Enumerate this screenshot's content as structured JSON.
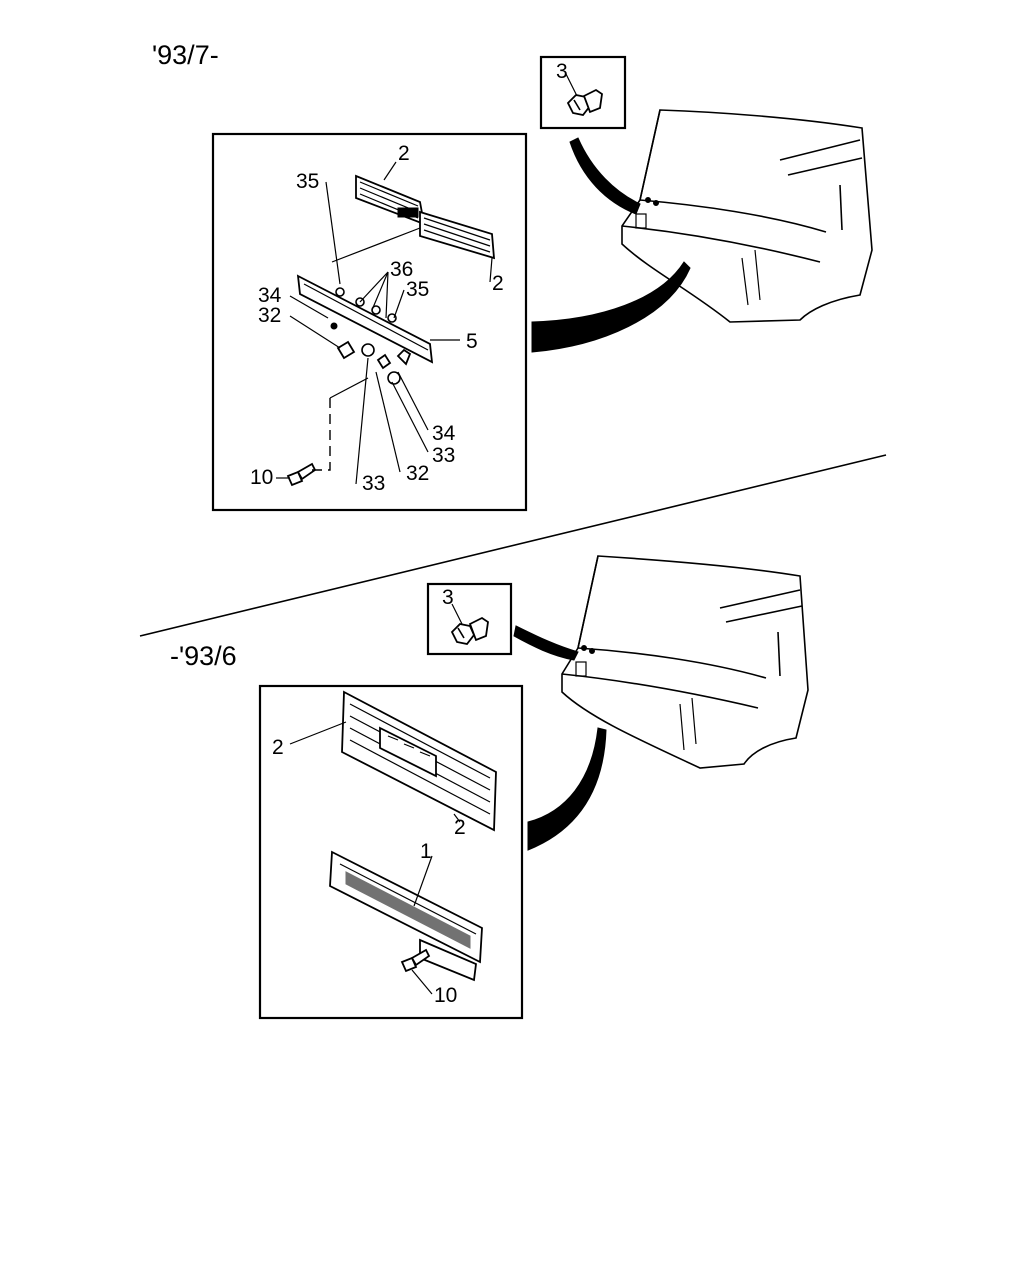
{
  "sections": {
    "upper": {
      "date_range": "'93/7-",
      "labels": {
        "p3": "3",
        "p2a": "2",
        "p35a": "35",
        "p36": "36",
        "p35b": "35",
        "p2b": "2",
        "p34a": "34",
        "p32a": "32",
        "p5": "5",
        "p34b": "34",
        "p33a": "33",
        "p32b": "32",
        "p33b": "33",
        "p10": "10"
      }
    },
    "lower": {
      "date_range": "-'93/6",
      "labels": {
        "p3": "3",
        "p2a": "2",
        "p2b": "2",
        "p1": "1",
        "p10": "10"
      }
    }
  }
}
